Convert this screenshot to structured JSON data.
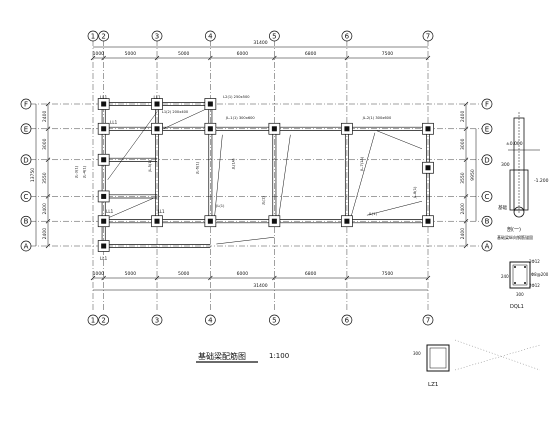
{
  "axes_x": [
    {
      "label": "1",
      "pos": 0
    },
    {
      "label": "2",
      "pos": 1000
    },
    {
      "label": "3",
      "pos": 6000
    },
    {
      "label": "4",
      "pos": 11000
    },
    {
      "label": "5",
      "pos": 17000
    },
    {
      "label": "6",
      "pos": 23800
    },
    {
      "label": "7",
      "pos": 31400
    }
  ],
  "axes_y": [
    {
      "label": "F",
      "pos": 0
    },
    {
      "label": "E",
      "pos": 2400
    },
    {
      "label": "D",
      "pos": 5400
    },
    {
      "label": "C",
      "pos": 8950
    },
    {
      "label": "B",
      "pos": 11350
    },
    {
      "label": "A",
      "pos": 13750
    }
  ],
  "dims_top": [
    "1000",
    "5000",
    "5000",
    "6000",
    "6800",
    "7500"
  ],
  "dims_bottom": [
    "1000",
    "5000",
    "5000",
    "6000",
    "6800",
    "7500"
  ],
  "overall_length": "31400",
  "dims_left": [
    "2400",
    "3000",
    "3550",
    "2400",
    "2400"
  ],
  "overall_left": "13750",
  "dims_right": [
    "2400",
    "3000",
    "3550",
    "2400",
    "2400"
  ],
  "overall_right": "9950",
  "beam_tags": [
    "LL1",
    "LL1",
    "LL1",
    "LL1",
    "LL1",
    "LL1"
  ],
  "beam_labels": [
    "L1(2) 200x400",
    "L2(1) 250x500",
    "JL-1(1) 300x600",
    "JL-2(1) 300x600",
    "JL-3(1)",
    "JL-4(1)",
    "JL-5(1)",
    "JL-6(1)",
    "JL(1A)",
    "JL-7(1A)",
    "JL-8(1)",
    "JL(1)",
    "JL(1)",
    "JL(1)"
  ],
  "plan_title": "基础梁配筋图",
  "plan_scale": "1:100",
  "section_title": "剖(一)",
  "section_note": "基础梁纵向钢筋锚固",
  "section_labels": [
    "±0.000",
    "-1.200",
    "300",
    "基础"
  ],
  "gql_label": "DQL1",
  "gql_labels": [
    "2Φ12",
    "Φ8@200",
    "2Φ12",
    "240",
    "300"
  ],
  "bottom_detail_labels": [
    "LZ1",
    "300"
  ],
  "colors": {
    "line": "#111111",
    "background": "#ffffff"
  }
}
